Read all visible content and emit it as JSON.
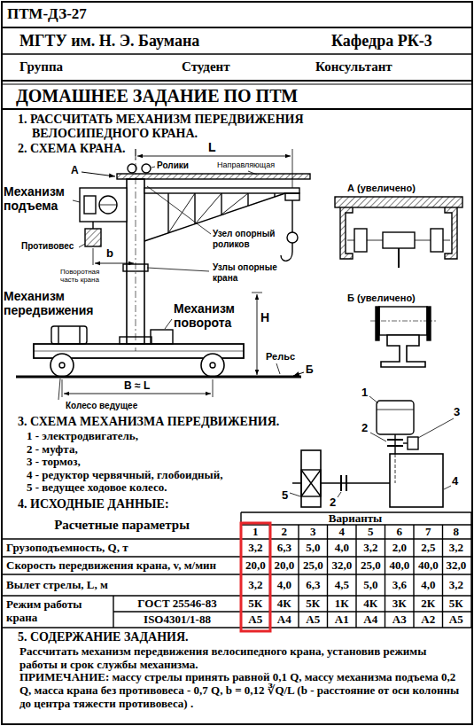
{
  "diagram": {
    "title": "ДОМАШНЕЕ ЗАДАНИЕ ПО ПТМ",
    "labels": [
      "ПТМ-ДЗ-27",
      "МГТУ им. Н. Э. Баумана",
      "Кафедра РК-3",
      "Группа",
      "Студент",
      "Консультант",
      "1. РАССЧИТАТЬ МЕХАНИЗМ ПЕРЕДВИЖЕНИЯ ВЕЛОСИПЕДНОГО КРАНА.",
      "2. СХЕМА КРАНА.",
      "L",
      "А",
      "Ролики",
      "Направляющая",
      "Механизм подъема",
      "Противовес",
      "b",
      "Поворотная часть крана",
      "Узел опорный роликов",
      "Узлы опорные крана",
      "Механизм передвижения",
      "Механизм поворота",
      "H",
      "Рельс",
      "Б",
      "B ≈ L",
      "Колесо ведущее",
      "А (увеличено)",
      "Б (увеличено)",
      "3. СХЕМА МЕХАНИЗМА ПЕРЕДВИЖЕНИЯ.",
      "1 - электродвигатель,",
      "2 - муфта,",
      "3 - тормоз,",
      "4 - редуктор червячный, глобоидный,",
      "5 - ведущее ходовое колесо.",
      "1",
      "3",
      "2",
      "4",
      "2",
      "5",
      "4. ИСХОДНЫЕ ДАННЫЕ:",
      "Расчетные параметры",
      "Варианты",
      "1",
      "2",
      "3",
      "4",
      "5",
      "6",
      "7",
      "8",
      "Грузоподъемность, Q, т",
      "3,2",
      "6,3",
      "5,0",
      "4,0",
      "3,2",
      "2,0",
      "2,5",
      "3,2",
      "Скорость передвижения крана, v, м/мин",
      "20,0",
      "20,0",
      "25,0",
      "32,0",
      "25,0",
      "40,0",
      "40,0",
      "32,0",
      "Вылет стрелы, L, м",
      "3,2",
      "4,0",
      "6,3",
      "4,5",
      "5,0",
      "3,6",
      "4,0",
      "3,2",
      "Режим работы крана",
      "ГОСТ 25546-83",
      "5К",
      "4К",
      "5К",
      "1К",
      "4К",
      "3К",
      "2К",
      "5К",
      "ISO4301/1-88",
      "A5",
      "A4",
      "A5",
      "A1",
      "A4",
      "A3",
      "A2",
      "A5",
      "5. СОДЕРЖАНИЕ ЗАДАНИЯ.",
      "Рассчитать механизм передвижения велосипедного крана, установив режимы работы и срок службы механизма.",
      "ПРИМЕЧАНИЕ: массу стрелы принять равной 0,1 Q, массу механизма подъема 0,2 Q, масса крана без противовеса - 0,7 Q, b = 0,12 ∛Q/L (b - расстояние от оси колонны до центра тяжести противовеса) ."
    ]
  }
}
